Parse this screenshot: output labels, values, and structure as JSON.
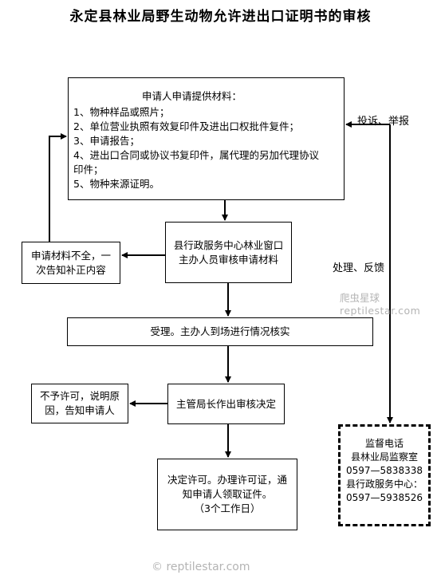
{
  "title": "永定县林业局野生动物允许进出口证明书的审核",
  "application": {
    "heading": "申请人申请提供材料：",
    "items": [
      "1、物种样品或照片；",
      "2、单位营业执照有效复印件及进出口权批件复件；",
      "3、申请报告；",
      "4、进出口合同或协议书复印件，属代理的另加代理协议",
      "印件；",
      "5、物种来源证明。"
    ]
  },
  "review": [
    "县行政服务中心林业窗口",
    "主办人员审核申请材料"
  ],
  "incomplete": [
    "申请材料不全，一",
    "次告知补正内容"
  ],
  "accept": "受理。主办人到场进行情况核实",
  "director": "主管局长作出审核决定",
  "deny": [
    "不予许可，说明原",
    "因，告知申请人"
  ],
  "permit": [
    "决定许可。办理许可证，通",
    "知申请人领取证件。",
    "（3个工作日）"
  ],
  "complaint_label": "投诉、举报",
  "feedback_label": "处理、反馈",
  "supervision": [
    "监督电话",
    "县林业局监察室",
    "0597—5838338",
    "县行政服务中心：",
    "0597—5938526"
  ],
  "watermark": {
    "cn": "爬虫星球",
    "en": "reptilestar.com",
    "bottom": "© reptilestar.com"
  }
}
